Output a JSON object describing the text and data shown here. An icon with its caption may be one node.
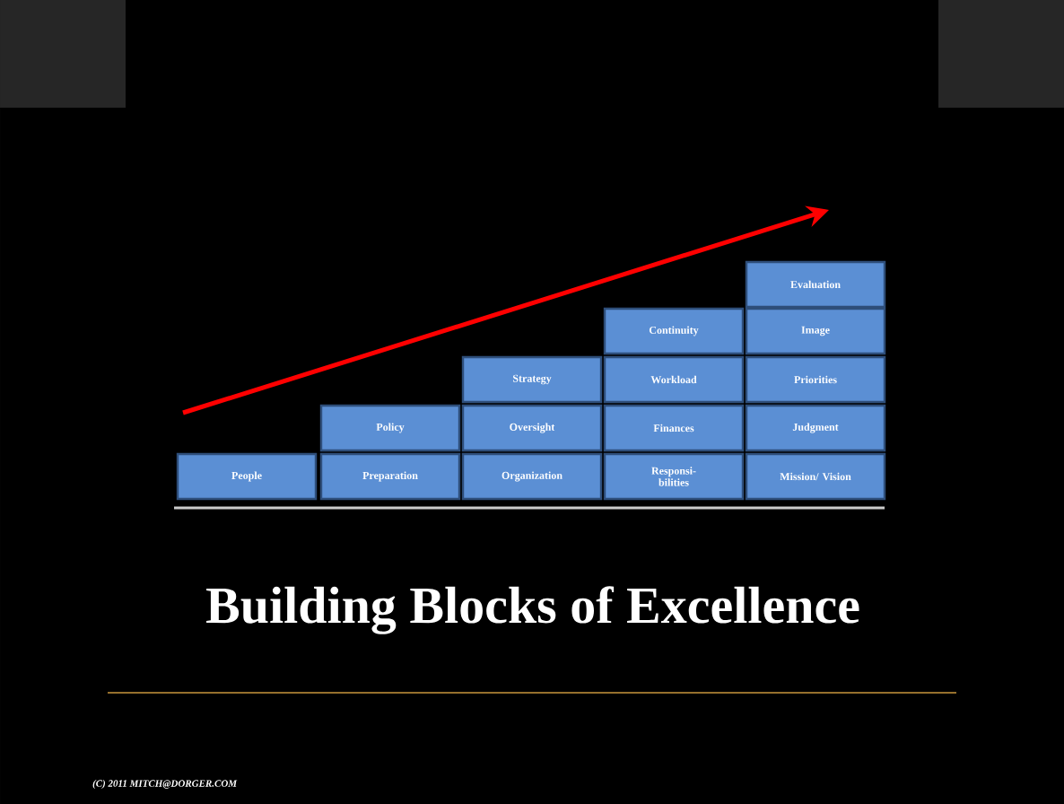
{
  "diagram": {
    "title": "Building Blocks of Excellence",
    "nodes": [
      {
        "text": [
          "Evaluation"
        ]
      },
      {
        "text": [
          "Continuity"
        ]
      },
      {
        "text": [
          "Image"
        ]
      },
      {
        "text": [
          "Strategy"
        ]
      },
      {
        "text": [
          "Workload"
        ]
      },
      {
        "text": [
          "Priorities"
        ]
      },
      {
        "text": [
          "Policy"
        ]
      },
      {
        "text": [
          "Oversight"
        ]
      },
      {
        "text": [
          "Finances"
        ]
      },
      {
        "text": [
          "Judgment"
        ]
      },
      {
        "text": [
          "People"
        ]
      },
      {
        "text": [
          "Preparation"
        ]
      },
      {
        "text": [
          "Organization"
        ]
      },
      {
        "text": [
          "Responsi- bilities"
        ]
      },
      {
        "text": [
          "Mission/ Vision"
        ]
      }
    ],
    "labels": [
      "(C) 2011 MITCH@DORGER.COM"
    ]
  }
}
